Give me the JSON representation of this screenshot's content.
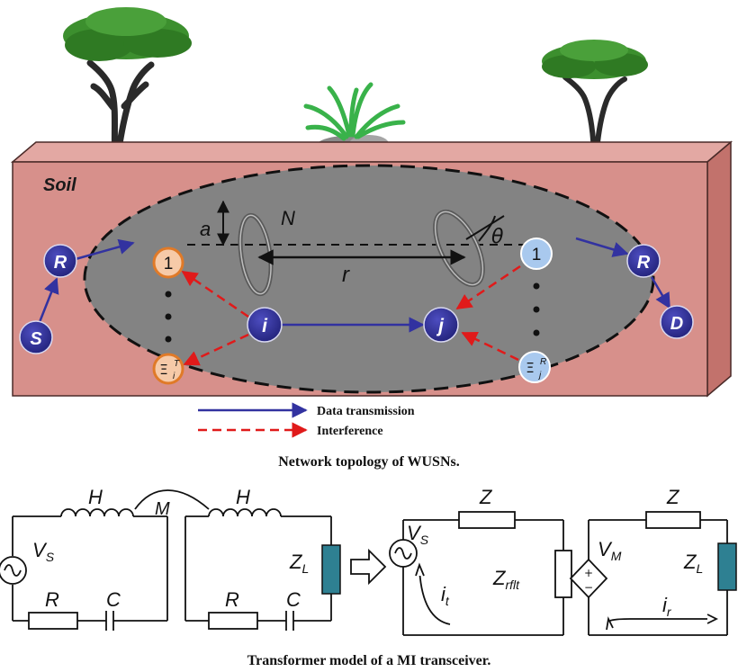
{
  "topology": {
    "soil_label": "Soil",
    "nodes": {
      "source": "S",
      "relay_left": "R",
      "relay_right": "R",
      "destination": "D",
      "transmitter": "i",
      "receiver": "j",
      "tx_interferer_first": "1",
      "tx_interferer_last": "Ξ",
      "tx_interferer_last_sup": "T",
      "tx_interferer_last_sub": "i",
      "rx_interferer_first": "1",
      "rx_interferer_last": "Ξ",
      "rx_interferer_last_sup": "R",
      "rx_interferer_last_sub": "j"
    },
    "coil": {
      "radius": "a",
      "turns": "N",
      "distance": "r",
      "angle": "θ"
    },
    "legend": {
      "data_transmission": "Data transmission",
      "interference": "Interference"
    },
    "caption": "Network topology of WUSNs."
  },
  "circuit": {
    "left": {
      "source": "V",
      "source_sub": "S",
      "inductor_tx": "H",
      "inductor_rx": "H",
      "mutual": "M",
      "resistor_tx": "R",
      "capacitor_tx": "C",
      "resistor_rx": "R",
      "capacitor_rx": "C",
      "load": "Z",
      "load_sub": "L"
    },
    "middle": {
      "source": "V",
      "source_sub": "S",
      "impedance": "Z",
      "reflected": "Z",
      "reflected_sub": "rflt",
      "current": "i",
      "current_sub": "t"
    },
    "right": {
      "source": "V",
      "source_sub": "M",
      "impedance": "Z",
      "load": "Z",
      "load_sub": "L",
      "current": "i",
      "current_sub": "r"
    },
    "caption": "Transformer model of a MI transceiver."
  },
  "colors": {
    "soil": "#d7908b",
    "soil_top": "#e3a8a3",
    "soil_side": "#c2726c",
    "region": "#838383",
    "node_dark": "#2b2b8a",
    "node_tx_interferer": "#f6caa8",
    "node_tx_interferer_stroke": "#e07a28",
    "node_rx_interferer": "#a9c9ee",
    "data_arrow": "#3232a0",
    "interference_arrow": "#e01a1a",
    "load_box": "#2e8092"
  }
}
